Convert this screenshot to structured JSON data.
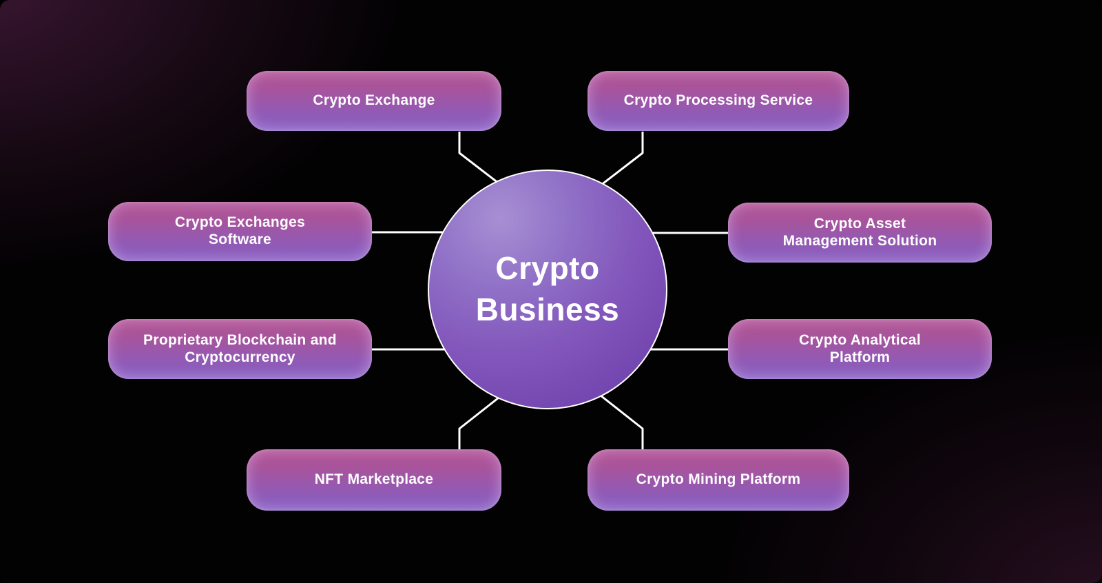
{
  "diagram": {
    "title": "Crypto Business mind map",
    "center": {
      "label": "Crypto Business"
    },
    "nodes": [
      {
        "id": "crypto-exchange",
        "label": "Crypto Exchange",
        "position": "top-left"
      },
      {
        "id": "crypto-processing-service",
        "label": "Crypto Processing Service",
        "position": "top-right"
      },
      {
        "id": "crypto-exchanges-software",
        "label": "Crypto Exchanges Software",
        "position": "middle-left-upper"
      },
      {
        "id": "crypto-asset-management-solution",
        "label": "Crypto Asset Management Solution",
        "position": "middle-right-upper"
      },
      {
        "id": "proprietary-blockchain-and-cryptocurrency",
        "label": "Proprietary Blockchain and Cryptocurrency",
        "position": "middle-left-lower"
      },
      {
        "id": "crypto-analytical-platform",
        "label": "Crypto Analytical Platform",
        "position": "middle-right-lower"
      },
      {
        "id": "nft-marketplace",
        "label": "NFT Marketplace",
        "position": "bottom-left"
      },
      {
        "id": "crypto-mining-platform",
        "label": "Crypto Mining Platform",
        "position": "bottom-right"
      }
    ],
    "colors": {
      "background": "#000000",
      "corner_glow_top_left": "#2e1329",
      "corner_glow_bottom_right": "#250f1f",
      "node_gradient_top": "#b25390",
      "node_gradient_bottom": "#8660c2",
      "circle_gradient_light": "#a78fd3",
      "circle_gradient_dark": "#6d3ea9",
      "connector": "#ffffff",
      "text": "#ffffff"
    }
  }
}
